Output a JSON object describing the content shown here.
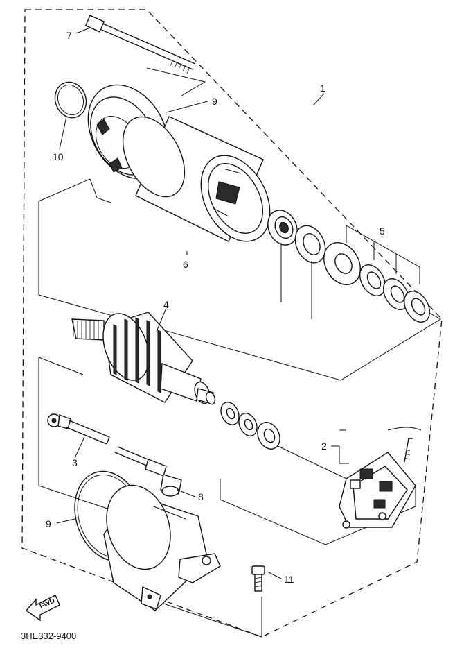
{
  "diagram_code": "3HE332-9400",
  "fwd_label": "FWD",
  "callouts": {
    "c1": "1",
    "c2": "2",
    "c3": "3",
    "c4": "4",
    "c5": "5",
    "c6": "6",
    "c7": "7",
    "c8": "8",
    "c9_top": "9",
    "c9_bottom": "9",
    "c10": "10",
    "c11": "11"
  }
}
